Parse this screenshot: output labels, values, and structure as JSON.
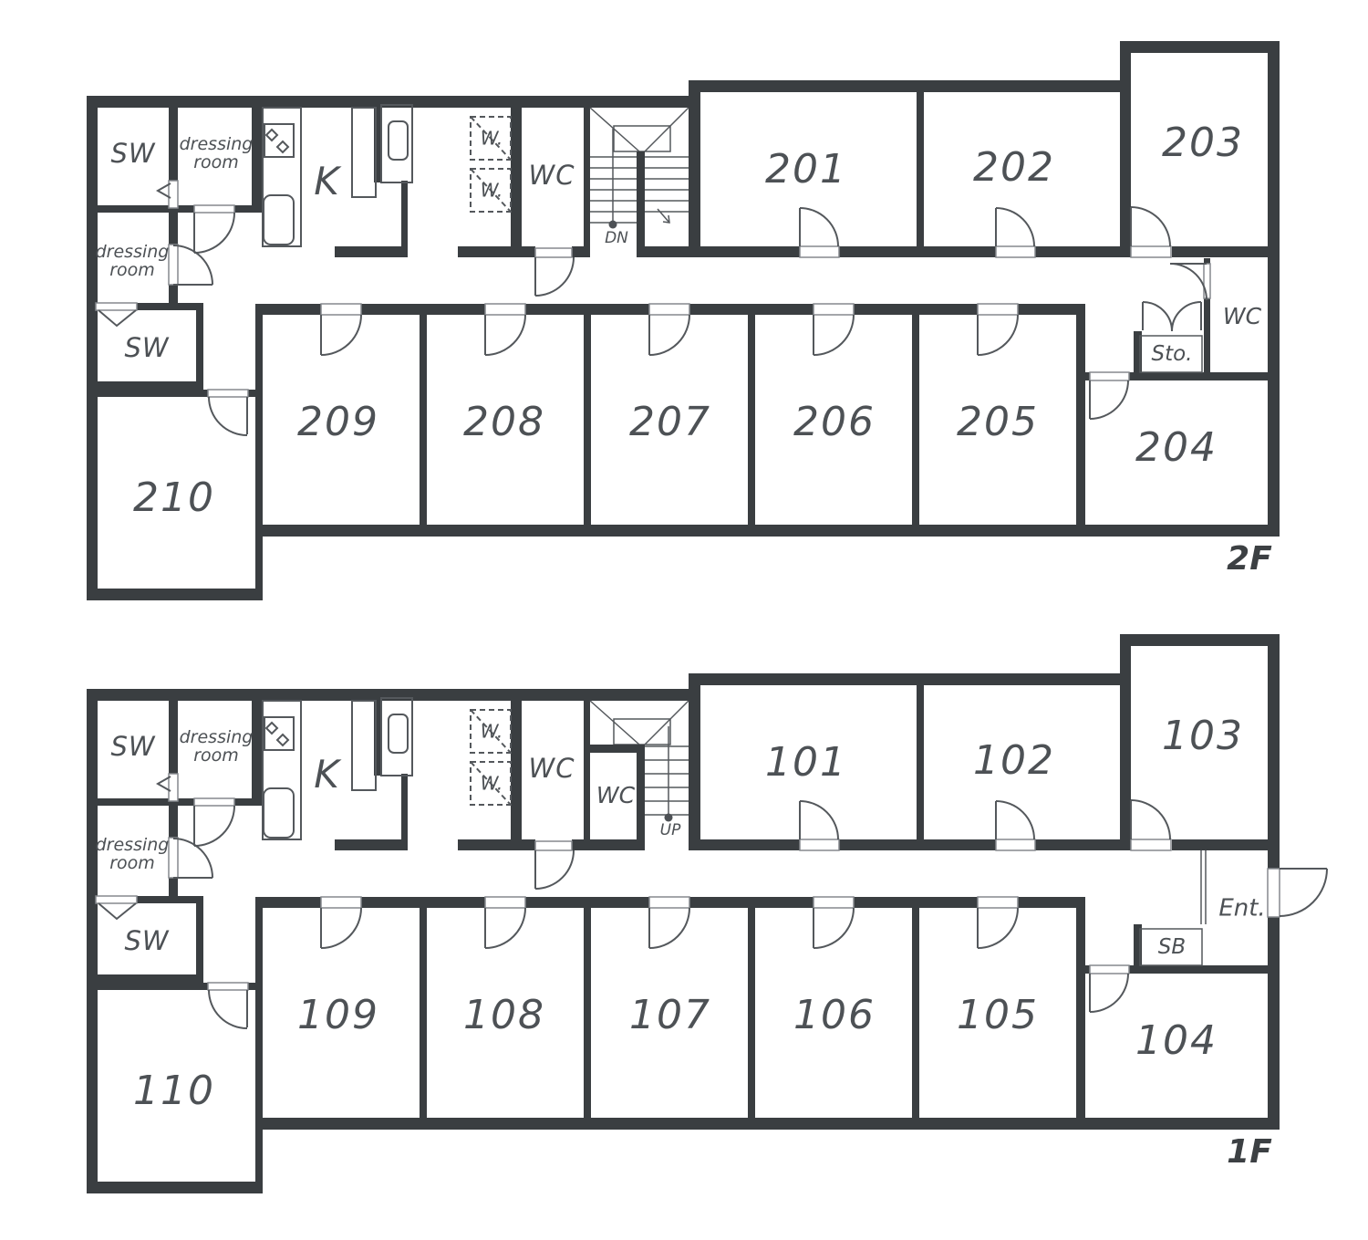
{
  "colors": {
    "wall": "#3a3e41",
    "line": "#54585c",
    "text": "#4d5155"
  },
  "f2": {
    "sw1": "SW",
    "dr1": "dressing\nroom",
    "dr2": "dressing\nroom",
    "sw2": "SW",
    "k": "K",
    "w1": "W.",
    "w2": "W.",
    "wc": "WC",
    "dn": "DN",
    "r201": "201",
    "r202": "202",
    "r203": "203",
    "r204": "204",
    "r205": "205",
    "r206": "206",
    "r207": "207",
    "r208": "208",
    "r209": "209",
    "r210": "210",
    "wc_r": "WC",
    "sto": "Sto.",
    "fl": "2F"
  },
  "f1": {
    "sw1": "SW",
    "dr1": "dressing\nroom",
    "dr2": "dressing\nroom",
    "sw2": "SW",
    "k": "K",
    "w1": "W.",
    "w2": "W.",
    "wc": "WC",
    "wc_u": "WC",
    "up": "UP",
    "r101": "101",
    "r102": "102",
    "r103": "103",
    "r104": "104",
    "r105": "105",
    "r106": "106",
    "r107": "107",
    "r108": "108",
    "r109": "109",
    "r110": "110",
    "ent": "Ent.",
    "sb": "SB",
    "fl": "1F"
  }
}
